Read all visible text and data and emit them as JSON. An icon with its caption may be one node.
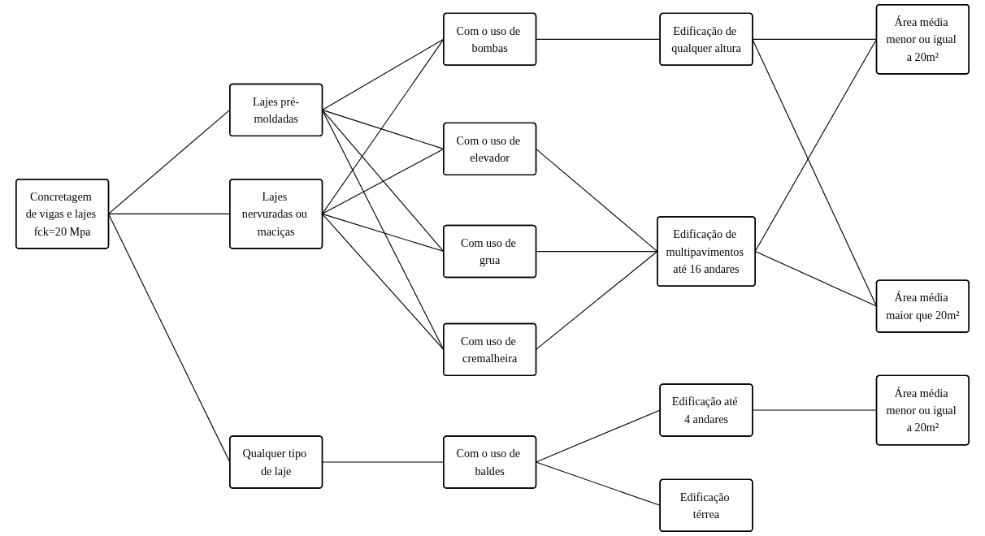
{
  "diagram": {
    "nodes": [
      {
        "text": [
          "Concretagem de vigas e lajes fck=20 Mpa"
        ]
      },
      {
        "text": [
          "Lajes pré-moldadas"
        ]
      },
      {
        "text": [
          "Lajes nervuradas ou maciças"
        ]
      },
      {
        "text": [
          "Qualquer tipo de laje"
        ]
      },
      {
        "text": [
          "Com o uso de bombas"
        ]
      },
      {
        "text": [
          "Com o uso de elevador"
        ]
      },
      {
        "text": [
          "Com uso de grua"
        ]
      },
      {
        "text": [
          "Com uso de cremalheira"
        ]
      },
      {
        "text": [
          "Com o uso de baldes"
        ]
      },
      {
        "text": [
          "Edificação de qualquer altura"
        ]
      },
      {
        "text": [
          "Edificação de multipavimentos até 16 andares"
        ]
      },
      {
        "text": [
          "Edificação até 4 andares"
        ]
      },
      {
        "text": [
          "Edificação térrea"
        ]
      },
      {
        "text": [
          "Área média menor ou igual a 20m²"
        ]
      },
      {
        "text": [
          "Área média maior que 20m²"
        ]
      },
      {
        "text": [
          "Área média menor ou igual a 20m²"
        ]
      }
    ],
    "edges": [
      {
        "from": 0,
        "to": 1,
        "arrow": "none"
      },
      {
        "from": 0,
        "to": 2,
        "arrow": "none"
      },
      {
        "from": 0,
        "to": 3,
        "arrow": "none"
      },
      {
        "from": 1,
        "to": 4,
        "arrow": "none"
      },
      {
        "from": 1,
        "to": 5,
        "arrow": "none"
      },
      {
        "from": 1,
        "to": 6,
        "arrow": "none"
      },
      {
        "from": 1,
        "to": 7,
        "arrow": "none"
      },
      {
        "from": 2,
        "to": 4,
        "arrow": "none"
      },
      {
        "from": 2,
        "to": 5,
        "arrow": "none"
      },
      {
        "from": 2,
        "to": 6,
        "arrow": "none"
      },
      {
        "from": 2,
        "to": 7,
        "arrow": "none"
      },
      {
        "from": 3,
        "to": 8,
        "arrow": "none"
      },
      {
        "from": 4,
        "to": 9,
        "arrow": "none"
      },
      {
        "from": 5,
        "to": 10,
        "arrow": "none"
      },
      {
        "from": 6,
        "to": 10,
        "arrow": "none"
      },
      {
        "from": 7,
        "to": 10,
        "arrow": "none"
      },
      {
        "from": 8,
        "to": 11,
        "arrow": "none"
      },
      {
        "from": 8,
        "to": 12,
        "arrow": "none"
      },
      {
        "from": 9,
        "to": 13,
        "arrow": "none"
      },
      {
        "from": 9,
        "to": 14,
        "arrow": "none"
      },
      {
        "from": 10,
        "to": 13,
        "arrow": "none"
      },
      {
        "from": 10,
        "to": 14,
        "arrow": "none"
      },
      {
        "from": 11,
        "to": 15,
        "arrow": "none"
      }
    ]
  }
}
